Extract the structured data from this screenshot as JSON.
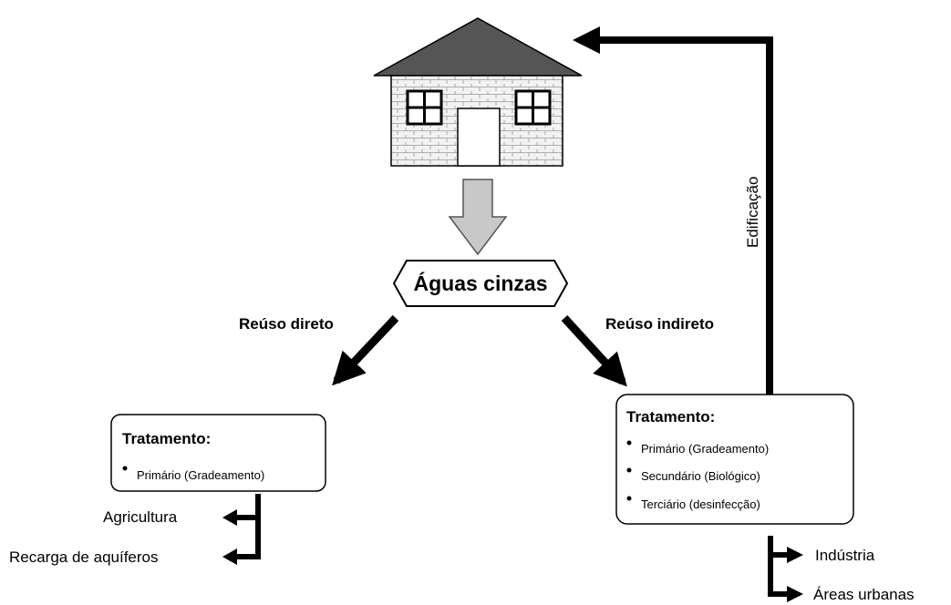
{
  "center_node": {
    "label": "Águas cinzas"
  },
  "branches": {
    "direct": {
      "label": "Reúso direto",
      "box_title": "Tratamento:",
      "items": [
        "Primário (Gradeamento)"
      ],
      "uses": [
        "Agricultura",
        "Recarga de aquíferos"
      ]
    },
    "indirect": {
      "label": "Reúso indireto",
      "box_title": "Tratamento:",
      "items": [
        "Primário (Gradeamento)",
        "Secundário (Biológico)",
        "Terciário (desinfecção)"
      ],
      "uses": [
        "Indústria",
        "Áreas urbanas"
      ]
    }
  },
  "return_path": {
    "label": "Edificação"
  },
  "icons": {
    "house": "house-icon",
    "down_arrow": "gray-down-arrow-icon"
  }
}
